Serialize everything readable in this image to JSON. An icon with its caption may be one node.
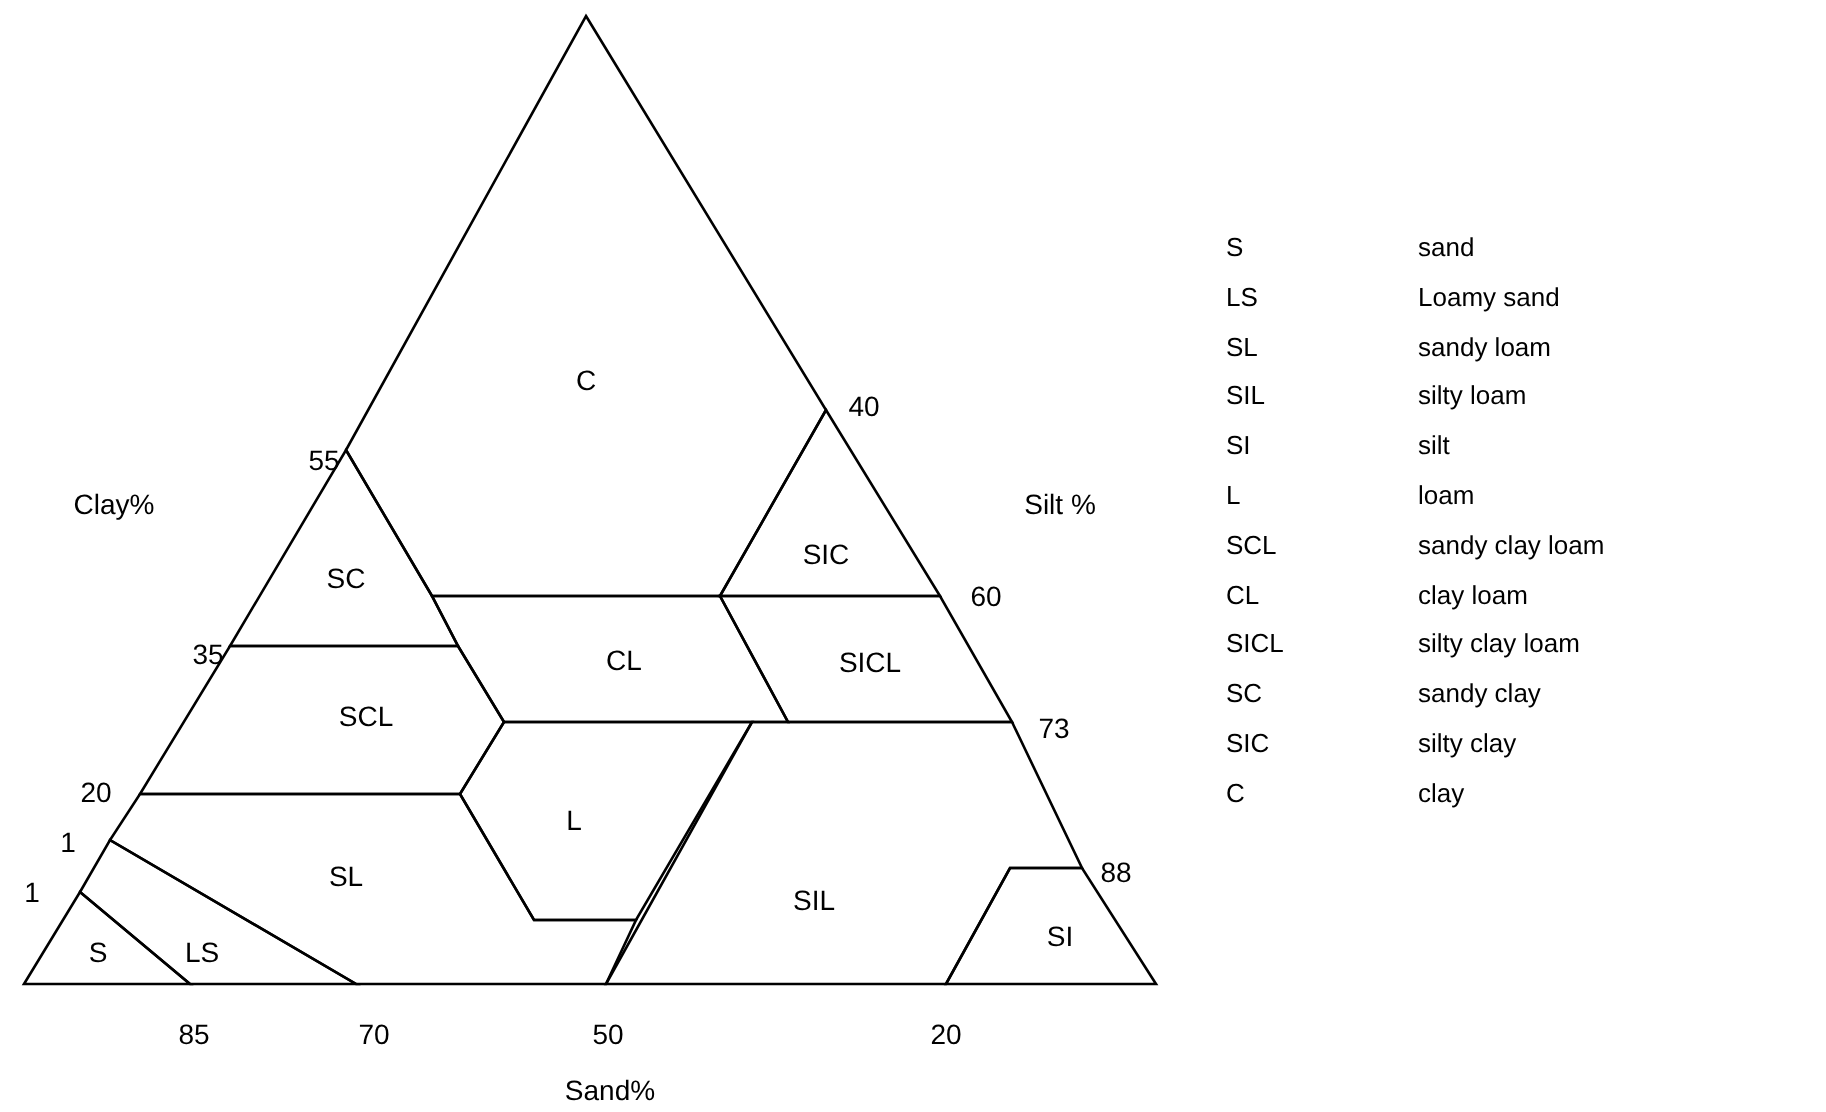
{
  "diagram": {
    "nodes": [
      {
        "text": [
          "C"
        ]
      },
      {
        "text": [
          "SIC"
        ]
      },
      {
        "text": [
          "SC"
        ]
      },
      {
        "text": [
          "CL"
        ]
      },
      {
        "text": [
          "SICL"
        ]
      },
      {
        "text": [
          "SCL"
        ]
      },
      {
        "text": [
          "L"
        ]
      },
      {
        "text": [
          "SL"
        ]
      },
      {
        "text": [
          "SIL"
        ]
      },
      {
        "text": [
          "S"
        ]
      },
      {
        "text": [
          "LS"
        ]
      },
      {
        "text": [
          "SI"
        ]
      }
    ],
    "labels": [
      "55",
      "40",
      "Clay%",
      "Silt %",
      "35",
      "60",
      "73",
      "20",
      "1",
      "88",
      "1",
      "85",
      "70",
      "50",
      "20",
      "Sand%",
      "S",
      "sand",
      "LS",
      "Loamy sand",
      "SL",
      "sandy loam",
      "SIL",
      "silty loam",
      "SI",
      "silt",
      "L",
      "loam",
      "SCL",
      "sandy clay loam",
      "CL",
      "clay loam",
      "SICL",
      "silty clay loam",
      "SC",
      "sandy clay",
      "SIC",
      "silty clay",
      "C",
      "clay"
    ]
  }
}
